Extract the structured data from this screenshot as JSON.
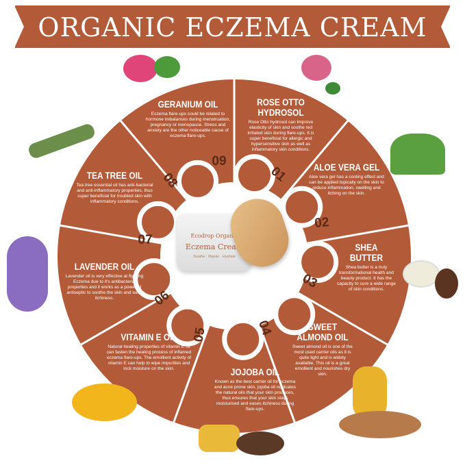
{
  "title": "ORGANIC ECZEMA CREAM",
  "colors": {
    "brand": "#b35a38",
    "number": "#5a2b18"
  },
  "product": {
    "brand": "Ecodrop Organic",
    "name": "Eczema Cream",
    "tagline": "Soothe . Repair . Hydrate"
  },
  "segments": [
    {
      "number": "01",
      "title": "ROSE OTTO HYDROSOL",
      "text": "Rose Otto hydrosol can Improve elasticity of skin and soothe red irritated skin during flare-ups. It is super beneficial for allergic and hypersensitive skin as well as inflammatory skin conditions."
    },
    {
      "number": "02",
      "title": "ALOE VERA GEL",
      "text": "Aloe vera gel has a cooling effect and can be applied topically on the skin to reduce inflammation, swelling and itching on the skin."
    },
    {
      "number": "03",
      "title": "SHEA BUTTER",
      "text": "Shea butter is a truly transformational health and beauty product. It has the capacity to cure a wide range of skin conditions."
    },
    {
      "number": "04",
      "title": "SWEET ALMOND OIL",
      "text": "Sweet almond oil is one of the most used carrier oils as it is quite light and is widely available. This oil is a great emollient and nourishes dry skin."
    },
    {
      "number": "05",
      "title": "JOJOBA OIL",
      "text": "Known as the best carrier oil for eczema and acne prone skin, jojoba oil replicates the natural oils that your skin produces, thus ensures that your skin stays moisturised and eases itchiness during flare-ups."
    },
    {
      "number": "06",
      "title": "VITAMIN E OIL",
      "text": "Natural healing properties of vitamin E oil can fasten the healing process of inflamed eczema flare-ups. The emollient activity of vitamin E can help to wipe impurities and lock moisture on the skin."
    },
    {
      "number": "07",
      "title": "LAVENDER OIL",
      "text": "Lavender oil is very effective at fighting Eczema due to it's antibacterial properties and it works as a powerful antiseptic to soothe the skin and ease itchiness."
    },
    {
      "number": "08",
      "title": "TEA TREE OIL",
      "text": "Tea tree essential oil has anti-bacterial and anti-inflammatory properties, thus super beneficial for troubled skin with inflammatory conditions."
    },
    {
      "number": "09",
      "title": "GERANIUM OIL",
      "text": "Eczema flare-ups could be related to hormone imbalances during menstruation, pregnancy or menopause. Stress and anxiety are the other noticeable cause of eczema flare-ups."
    }
  ]
}
